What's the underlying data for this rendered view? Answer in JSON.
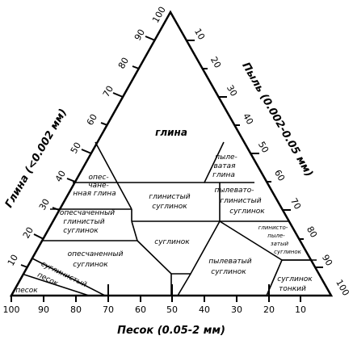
{
  "axes": {
    "bottom_title": "Песок (0.05-2 мм)",
    "left_title": "Глина (<0.002 мм)",
    "right_title": "Пыль (0.002-0.05 мм)",
    "bottom_ticks": [
      "100",
      "90",
      "80",
      "70",
      "60",
      "50",
      "40",
      "30",
      "20",
      "10"
    ],
    "left_ticks": [
      "10",
      "20",
      "30",
      "40",
      "50",
      "60",
      "70",
      "80",
      "90",
      "100"
    ],
    "right_ticks": [
      "10",
      "20",
      "30",
      "40",
      "50",
      "60",
      "70",
      "80",
      "90",
      "100"
    ]
  },
  "zones": {
    "clay": "глина",
    "sandy_clay_1": "опесчаненная глина",
    "sandy_clay_2": "нная глина",
    "silty_clay_1": "пыле-",
    "silty_clay_2": "ватая",
    "silty_clay_3": "глина",
    "clay_loam_1": "глинистый",
    "clay_loam_2": "суглинок",
    "silty_clay_loam_1": "пылевато-",
    "silty_clay_loam_2": "глинистый",
    "silty_clay_loam_3": "суглинок",
    "sandy_clay_loam_1": "опесчаченный",
    "sandy_clay_loam_2": "глинистый",
    "sandy_clay_loam_3": "суглинок",
    "loam": "суглинок",
    "sandy_loam_1": "опесчаненный",
    "sandy_loam_2": "суглинок",
    "silt_loam_1": "пылеватый",
    "silt_loam_2": "суглинок",
    "silty_clayey_loam_small_1": "глинисто-",
    "silty_clayey_loam_small_2": "пыле-",
    "silty_clayey_loam_small_3": "затый",
    "silty_clayey_loam_small_4": "суглинок",
    "loamy_sand_1": "суглинистый",
    "loamy_sand_2": "песок",
    "sand": "песок",
    "silt_1": "суглинок",
    "silt_2": "тонкий",
    "opes_1": "опес-",
    "opes_2": "чане-"
  }
}
